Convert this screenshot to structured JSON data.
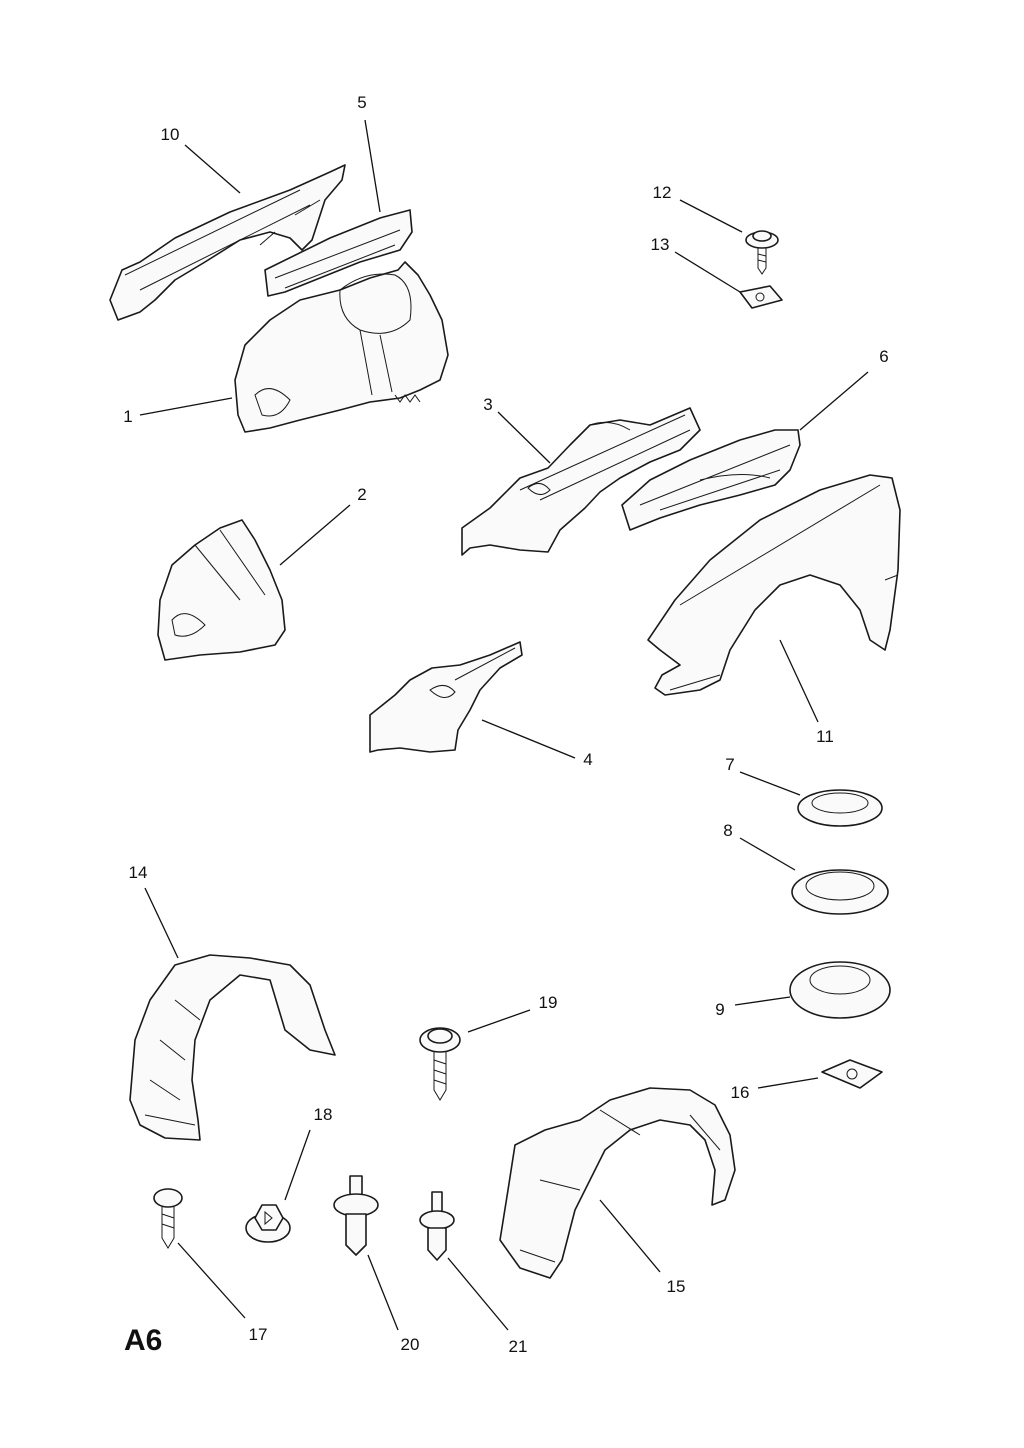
{
  "page_code": "A6",
  "parts": [
    {
      "id": "p1",
      "number": "1",
      "name": "inner-wheel-arch-panel-left"
    },
    {
      "id": "p2",
      "number": "2",
      "name": "wheel-arch-front-section"
    },
    {
      "id": "p3",
      "number": "3",
      "name": "front-side-member-right"
    },
    {
      "id": "p4",
      "number": "4",
      "name": "side-member-section"
    },
    {
      "id": "p5",
      "number": "5",
      "name": "upper-side-rail"
    },
    {
      "id": "p6",
      "number": "6",
      "name": "side-member-extension"
    },
    {
      "id": "p7",
      "number": "7",
      "name": "grommet-small"
    },
    {
      "id": "p8",
      "number": "8",
      "name": "grommet-medium"
    },
    {
      "id": "p9",
      "number": "9",
      "name": "grommet-large"
    },
    {
      "id": "p10",
      "number": "10",
      "name": "wing-support-panel"
    },
    {
      "id": "p11",
      "number": "11",
      "name": "front-wing"
    },
    {
      "id": "p12",
      "number": "12",
      "name": "screw-with-washer"
    },
    {
      "id": "p13",
      "number": "13",
      "name": "speed-nut"
    },
    {
      "id": "p14",
      "number": "14",
      "name": "wheel-arch-liner-front"
    },
    {
      "id": "p15",
      "number": "15",
      "name": "wheel-arch-liner-rear"
    },
    {
      "id": "p16",
      "number": "16",
      "name": "clip-nut"
    },
    {
      "id": "p17",
      "number": "17",
      "name": "tapping-screw"
    },
    {
      "id": "p18",
      "number": "18",
      "name": "flange-nut"
    },
    {
      "id": "p19",
      "number": "19",
      "name": "self-tapping-screw"
    },
    {
      "id": "p20",
      "number": "20",
      "name": "expanding-rivet-large"
    },
    {
      "id": "p21",
      "number": "21",
      "name": "expanding-rivet-small"
    }
  ]
}
